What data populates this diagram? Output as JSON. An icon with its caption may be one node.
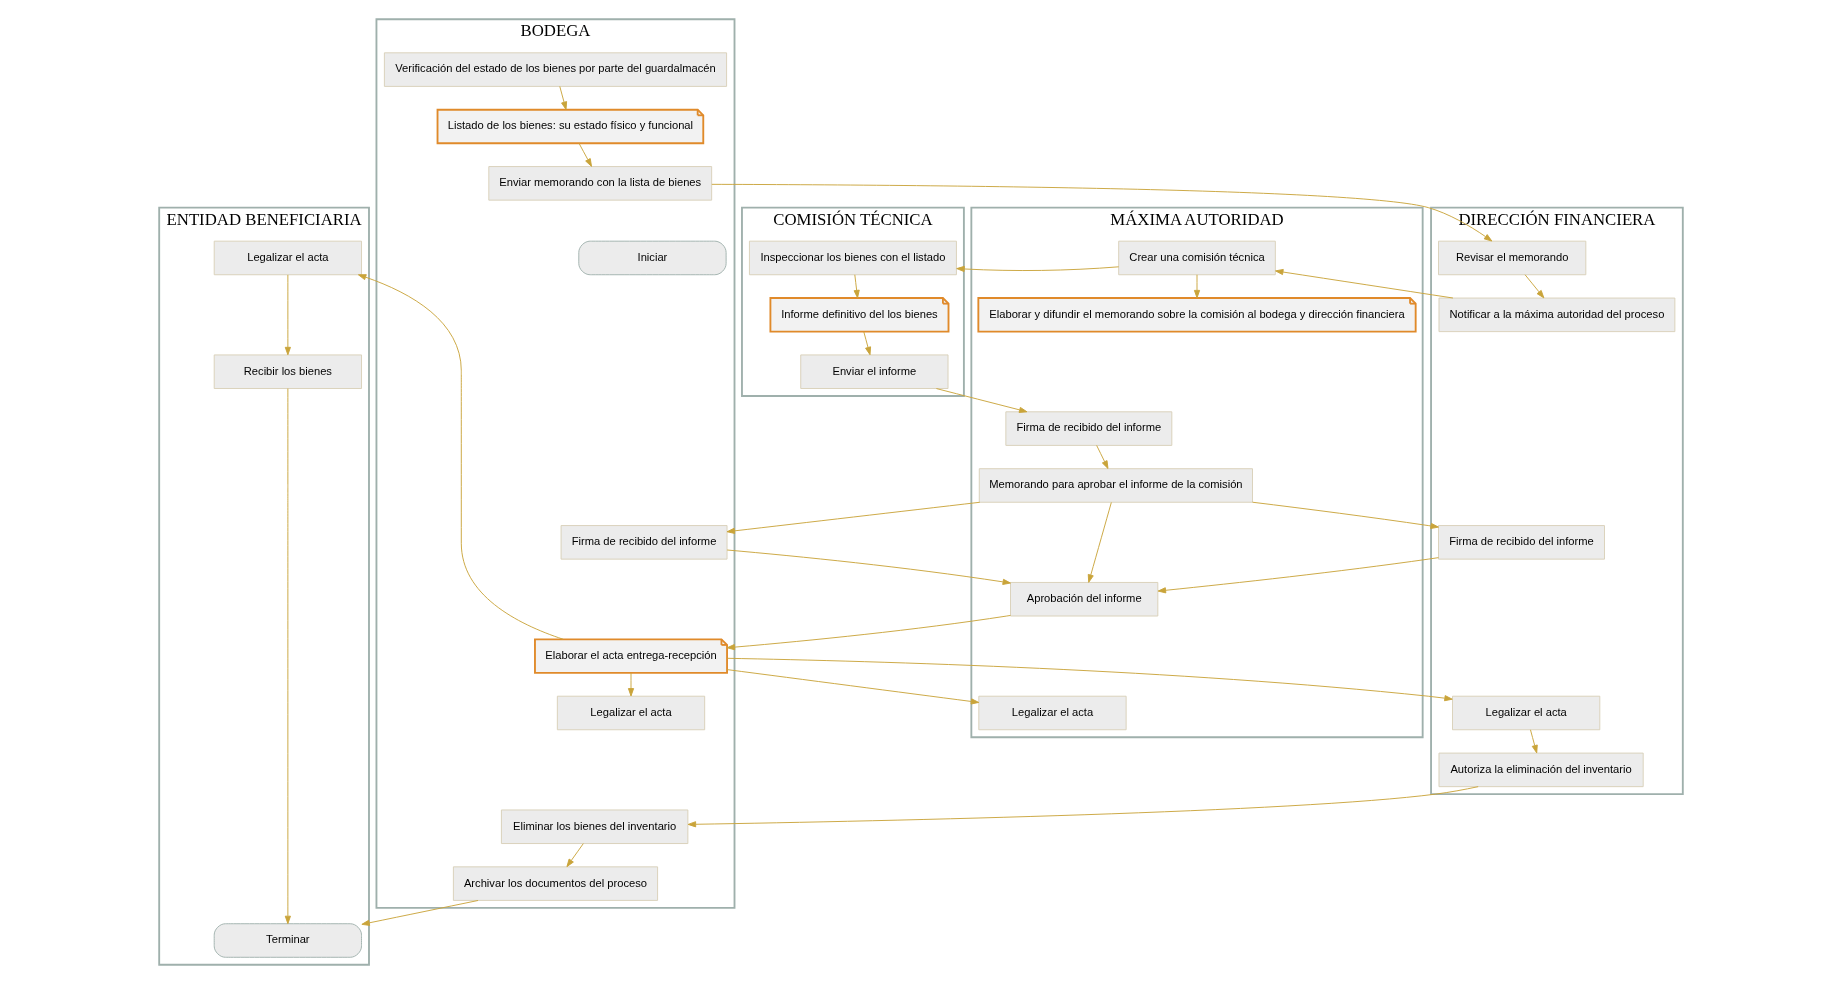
{
  "diagram": {
    "nodes": [
      {
        "text": [
          "BODEGA"
        ]
      },
      {
        "text": [
          "DIRECCIÓN FINANCIERA"
        ]
      },
      {
        "text": [
          "MÁXIMA AUTORIDAD"
        ]
      },
      {
        "text": [
          "COMISIÓN TÉCNICA"
        ]
      },
      {
        "text": [
          "ENTIDAD BENEFICIARIA"
        ]
      },
      {
        "text": [
          "Iniciar"
        ],
        "in": 0
      },
      {
        "text": [
          "Verificación del estado de los bienes por parte del guardalmacén"
        ],
        "in": 0
      },
      {
        "text": [
          "Listado de los bienes: su estado físico y funcional"
        ],
        "in": 0
      },
      {
        "text": [
          "Enviar memorando con la lista de bienes"
        ],
        "in": 0
      },
      {
        "text": [
          "Firma de recibido del informe"
        ],
        "in": 0
      },
      {
        "text": [
          "Elaborar el acta entrega-recepción"
        ],
        "in": 0
      },
      {
        "text": [
          "Legalizar el acta"
        ],
        "in": 0
      },
      {
        "text": [
          "Eliminar los bienes del inventario"
        ],
        "in": 0
      },
      {
        "text": [
          "Archivar los documentos del proceso"
        ],
        "in": 0
      },
      {
        "text": [
          "Revisar el memorando"
        ],
        "in": 1
      },
      {
        "text": [
          "Notificar a la máxima autoridad del proceso"
        ],
        "in": 1
      },
      {
        "text": [
          "Firma de recibido del informe"
        ],
        "in": 1
      },
      {
        "text": [
          "Legalizar el acta"
        ],
        "in": 1
      },
      {
        "text": [
          "Autoriza la eliminación del inventario"
        ],
        "in": 1
      },
      {
        "text": [
          "Crear una comisión técnica"
        ],
        "in": 2
      },
      {
        "text": [
          "Elaborar y difundir el memorando sobre la comisión al bodega y dirección financiera"
        ],
        "in": 2
      },
      {
        "text": [
          "Firma de recibido del informe"
        ],
        "in": 2
      },
      {
        "text": [
          "Memorando para aprobar el informe de la comisión"
        ],
        "in": 2
      },
      {
        "text": [
          "Aprobación del informe"
        ],
        "in": 2
      },
      {
        "text": [
          "Legalizar el acta"
        ],
        "in": 2
      },
      {
        "text": [
          "Inspeccionar los bienes con el listado"
        ],
        "in": 3
      },
      {
        "text": [
          "Informe definitivo del los bienes"
        ],
        "in": 3
      },
      {
        "text": [
          "Enviar el informe"
        ],
        "in": 3
      },
      {
        "text": [
          "Legalizar el acta"
        ],
        "in": 4
      },
      {
        "text": [
          "Recibir los bienes"
        ],
        "in": 4
      },
      {
        "text": [
          "Terminar"
        ],
        "in": 4
      }
    ],
    "edges": [
      {
        "from": 6,
        "to": 7,
        "arrow": "to"
      },
      {
        "from": 7,
        "to": 8,
        "arrow": "to"
      },
      {
        "from": 8,
        "to": 14,
        "arrow": "to"
      },
      {
        "from": 14,
        "to": 15,
        "arrow": "to"
      },
      {
        "from": 15,
        "to": 19,
        "arrow": "to"
      },
      {
        "from": 19,
        "to": 25,
        "arrow": "to"
      },
      {
        "from": 19,
        "to": 20,
        "arrow": "to"
      },
      {
        "from": 25,
        "to": 26,
        "arrow": "to"
      },
      {
        "from": 26,
        "to": 27,
        "arrow": "to"
      },
      {
        "from": 27,
        "to": 21,
        "arrow": "to"
      },
      {
        "from": 21,
        "to": 22,
        "arrow": "to"
      },
      {
        "from": 22,
        "to": 16,
        "arrow": "to"
      },
      {
        "from": 22,
        "to": 9,
        "arrow": "to"
      },
      {
        "from": 9,
        "to": 23,
        "arrow": "to"
      },
      {
        "from": 16,
        "to": 23,
        "arrow": "to"
      },
      {
        "from": 22,
        "to": 23,
        "arrow": "to"
      },
      {
        "from": 23,
        "to": 10,
        "arrow": "to"
      },
      {
        "from": 10,
        "to": 11,
        "arrow": "to"
      },
      {
        "from": 10,
        "to": 17,
        "arrow": "to"
      },
      {
        "from": 10,
        "to": 24,
        "arrow": "to"
      },
      {
        "from": 10,
        "to": 28,
        "arrow": "to"
      },
      {
        "from": 17,
        "to": 18,
        "arrow": "to"
      },
      {
        "from": 18,
        "to": 12,
        "arrow": "to"
      },
      {
        "from": 12,
        "to": 13,
        "arrow": "to"
      },
      {
        "from": 13,
        "to": 30,
        "arrow": "to"
      },
      {
        "from": 28,
        "to": 29,
        "arrow": "to"
      },
      {
        "from": 29,
        "to": 30,
        "arrow": "to"
      }
    ]
  }
}
